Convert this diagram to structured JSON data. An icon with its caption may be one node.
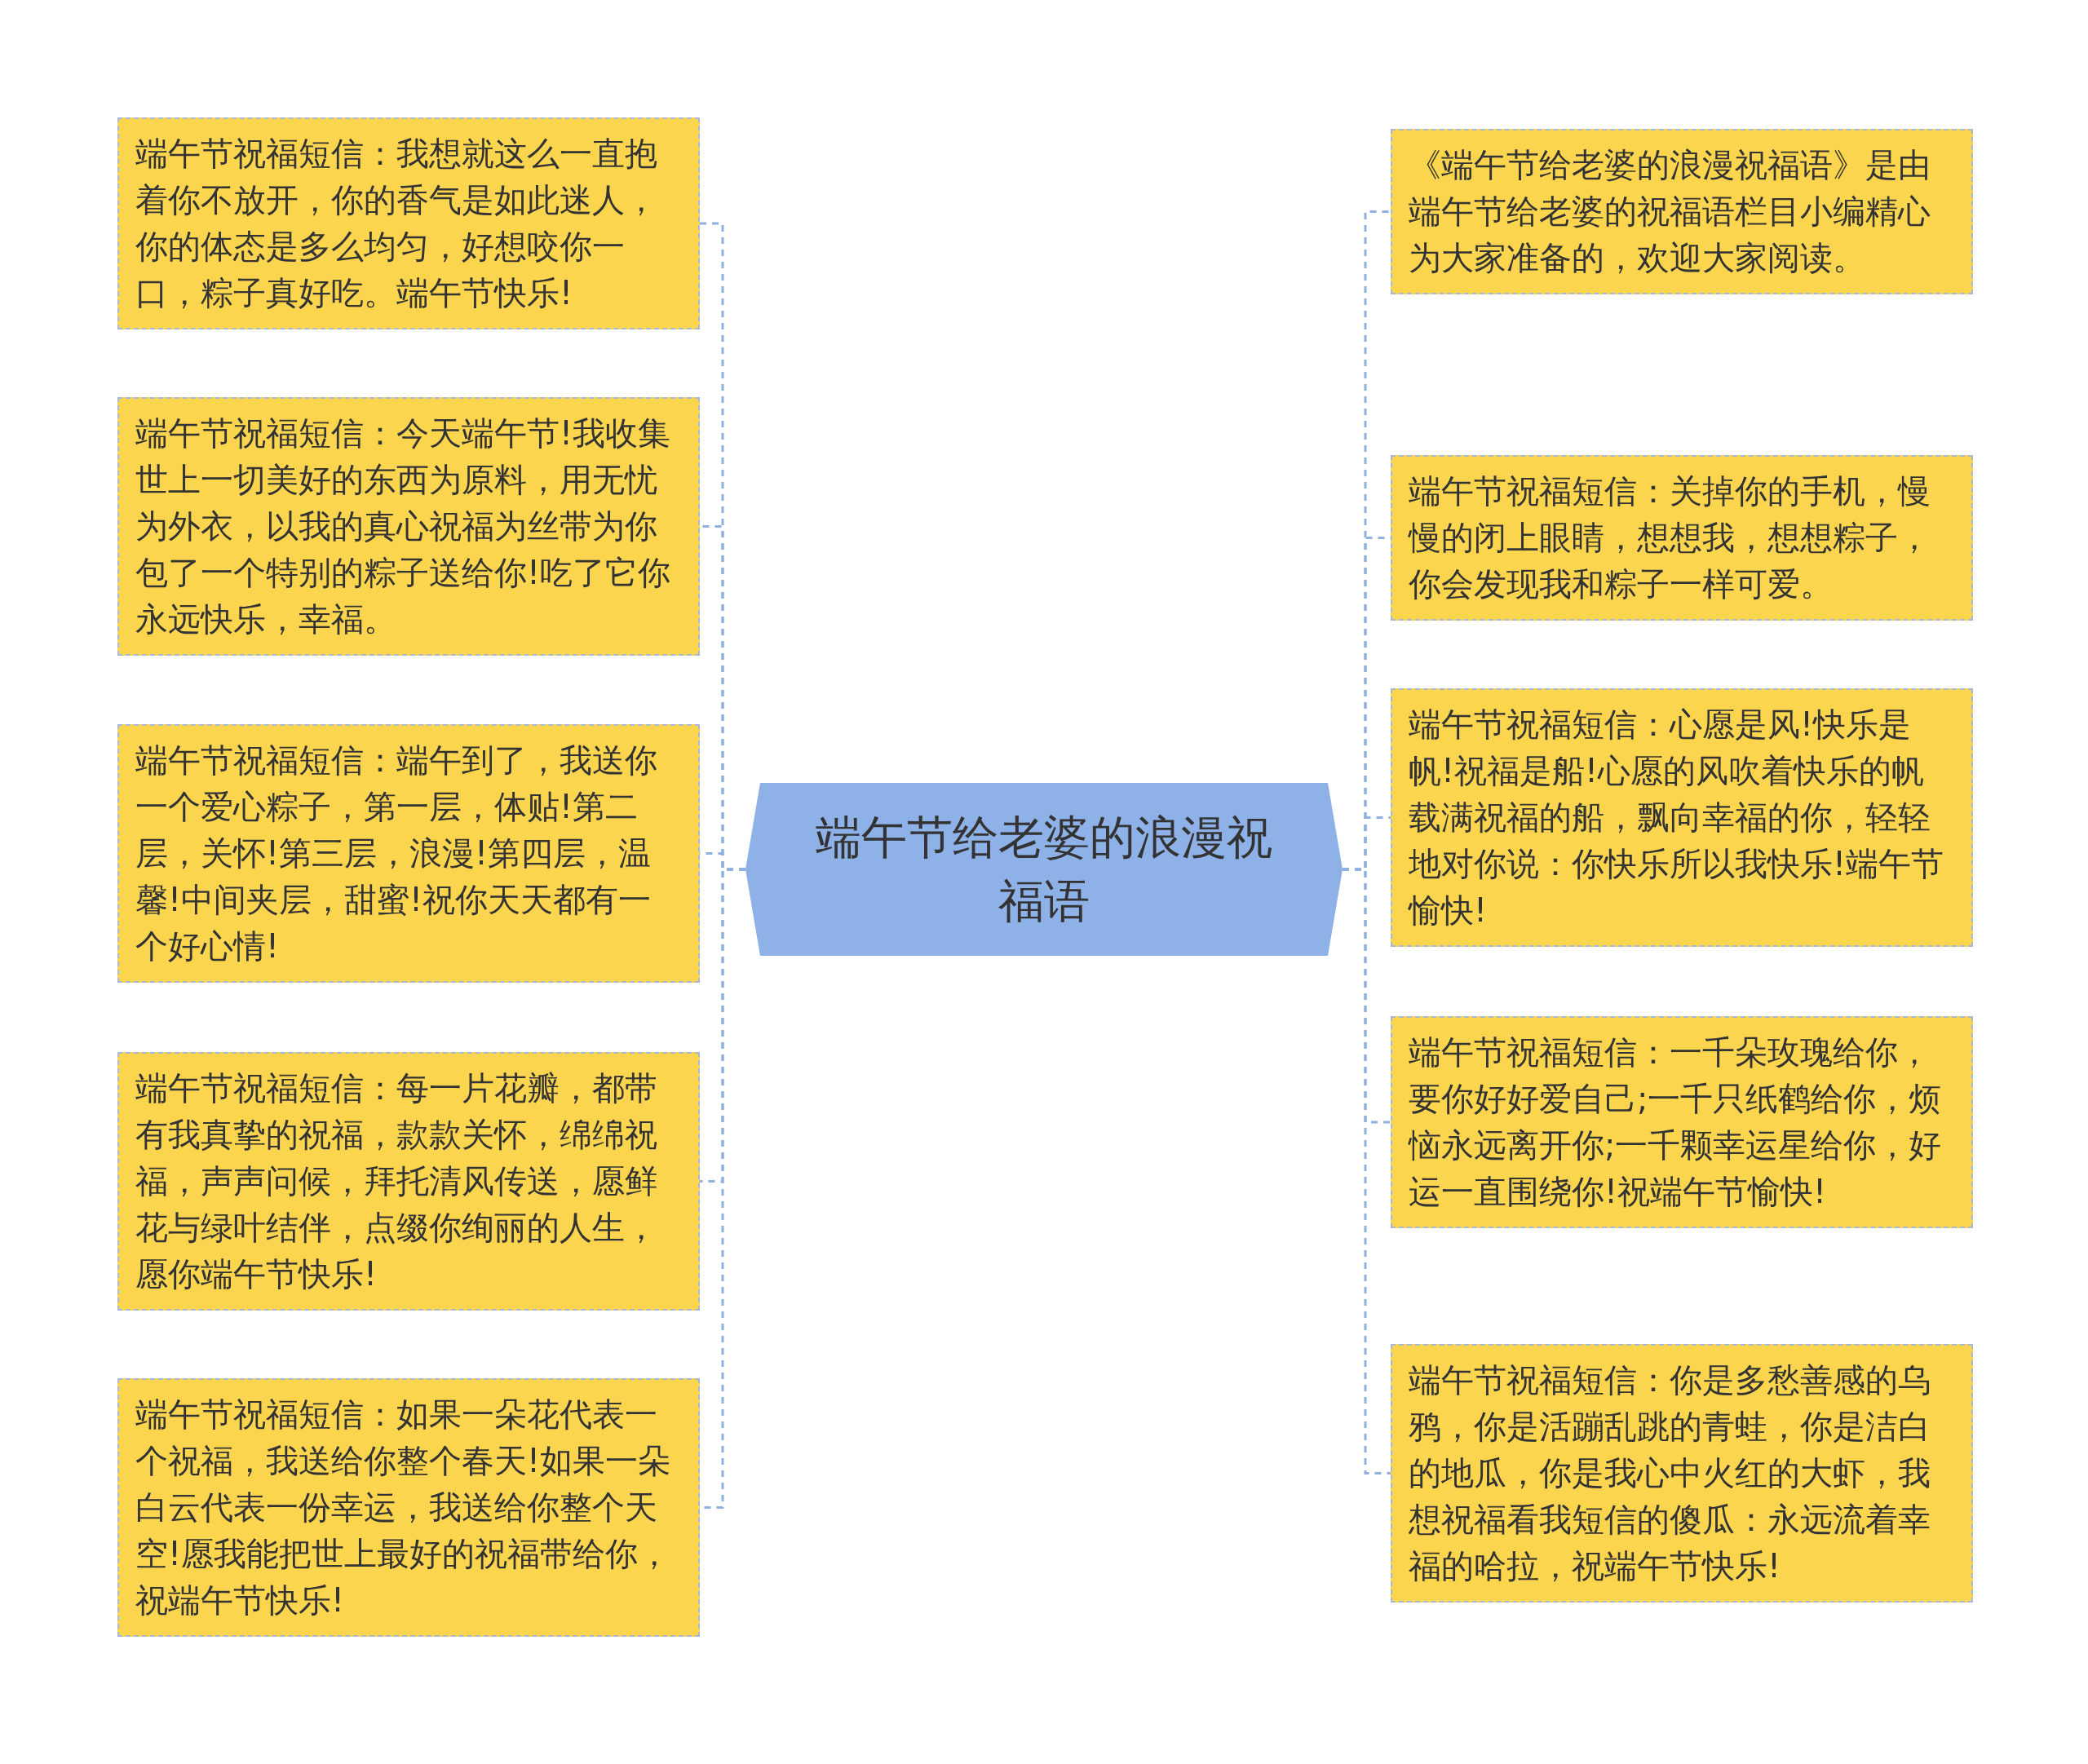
{
  "diagram": {
    "nodes": [
      {
        "text": [
          "端午节给老婆的浪漫祝福语"
        ]
      },
      {
        "text": [
          "端午节祝福短信：我想就这么一直抱着你不放开，你的香气是如此迷人，你的体态是多么均匀，好想咬你一口，粽子真好吃。端午节快乐!"
        ]
      },
      {
        "text": [
          "端午节祝福短信：今天端午节!我收集世上一切美好的东西为原料，用无忧为外衣，以我的真心祝福为丝带为你包了一个特别的粽子送给你!吃了它你永远快乐，幸福。"
        ]
      },
      {
        "text": [
          "端午节祝福短信：端午到了，我送你一个爱心粽子，第一层，体贴!第二层，关怀!第三层，浪漫!第四层，温馨!中间夹层，甜蜜!祝你天天都有一个好心情!"
        ]
      },
      {
        "text": [
          "端午节祝福短信：每一片花瓣，都带有我真挚的祝福，款款关怀，绵绵祝福，声声问候，拜托清风传送，愿鲜花与绿叶结伴，点缀你绚丽的人生，愿你端午节快乐!"
        ]
      },
      {
        "text": [
          "端午节祝福短信：如果一朵花代表一个祝福，我送给你整个春天!如果一朵白云代表一份幸运，我送给你整个天空!愿我能把世上最好的祝福带给你，祝端午节快乐!"
        ]
      },
      {
        "text": [
          "《端午节给老婆的浪漫祝福语》是由端午节给老婆的祝福语栏目小编精心为大家准备的，欢迎大家阅读。"
        ]
      },
      {
        "text": [
          "端午节祝福短信：关掉你的手机，慢慢的闭上眼睛，想想我，想想粽子，你会发现我和粽子一样可爱。"
        ]
      },
      {
        "text": [
          "端午节祝福短信：心愿是风!快乐是帆!祝福是船!心愿的风吹着快乐的帆载满祝福的船，飘向幸福的你，轻轻地对你说：你快乐所以我快乐!端午节愉快!"
        ]
      },
      {
        "text": [
          "端午节祝福短信：一千朵玫瑰给你，要你好好爱自己;一千只纸鹤给你，烦恼永远离开你;一千颗幸运星给你，好运一直围绕你!祝端午节愉快!"
        ]
      },
      {
        "text": [
          "端午节祝福短信：你是多愁善感的乌鸦，你是活蹦乱跳的青蛙，你是洁白的地瓜，你是我心中火红的大虾，我想祝福看我短信的傻瓜：永远流着幸福的哈拉，祝端午节快乐!"
        ]
      }
    ],
    "edges": [
      {
        "from": 0,
        "to": 1,
        "arrow": "none"
      },
      {
        "from": 0,
        "to": 2,
        "arrow": "none"
      },
      {
        "from": 0,
        "to": 3,
        "arrow": "none"
      },
      {
        "from": 0,
        "to": 4,
        "arrow": "none"
      },
      {
        "from": 0,
        "to": 5,
        "arrow": "none"
      },
      {
        "from": 0,
        "to": 6,
        "arrow": "none"
      },
      {
        "from": 0,
        "to": 7,
        "arrow": "none"
      },
      {
        "from": 0,
        "to": 8,
        "arrow": "none"
      },
      {
        "from": 0,
        "to": 9,
        "arrow": "none"
      },
      {
        "from": 0,
        "to": 10,
        "arrow": "none"
      }
    ]
  }
}
